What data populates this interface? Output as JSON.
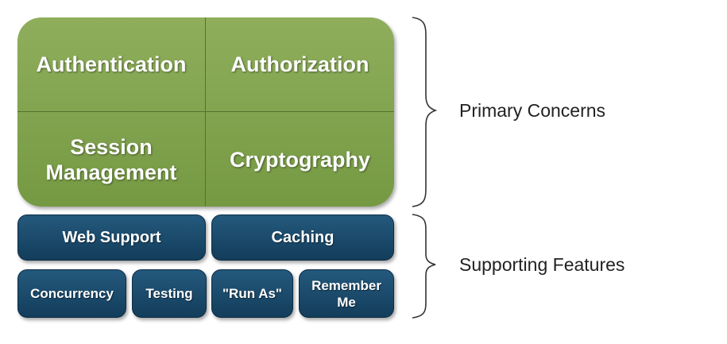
{
  "primary": {
    "cells": [
      {
        "label": "Authentication"
      },
      {
        "label": "Authorization"
      },
      {
        "label": "Session Management"
      },
      {
        "label": "Cryptography"
      }
    ]
  },
  "supporting": {
    "row1": [
      {
        "label": "Web Support"
      },
      {
        "label": "Caching"
      }
    ],
    "row2": [
      {
        "label": "Concurrency"
      },
      {
        "label": "Testing"
      },
      {
        "label": "\"Run As\""
      },
      {
        "label": "Remember Me"
      }
    ]
  },
  "braces": {
    "primary_label": "Primary Concerns",
    "supporting_label": "Supporting Features"
  },
  "colors": {
    "primary_fill": "#7a9c48",
    "supporting_fill": "#1b4a6b"
  }
}
